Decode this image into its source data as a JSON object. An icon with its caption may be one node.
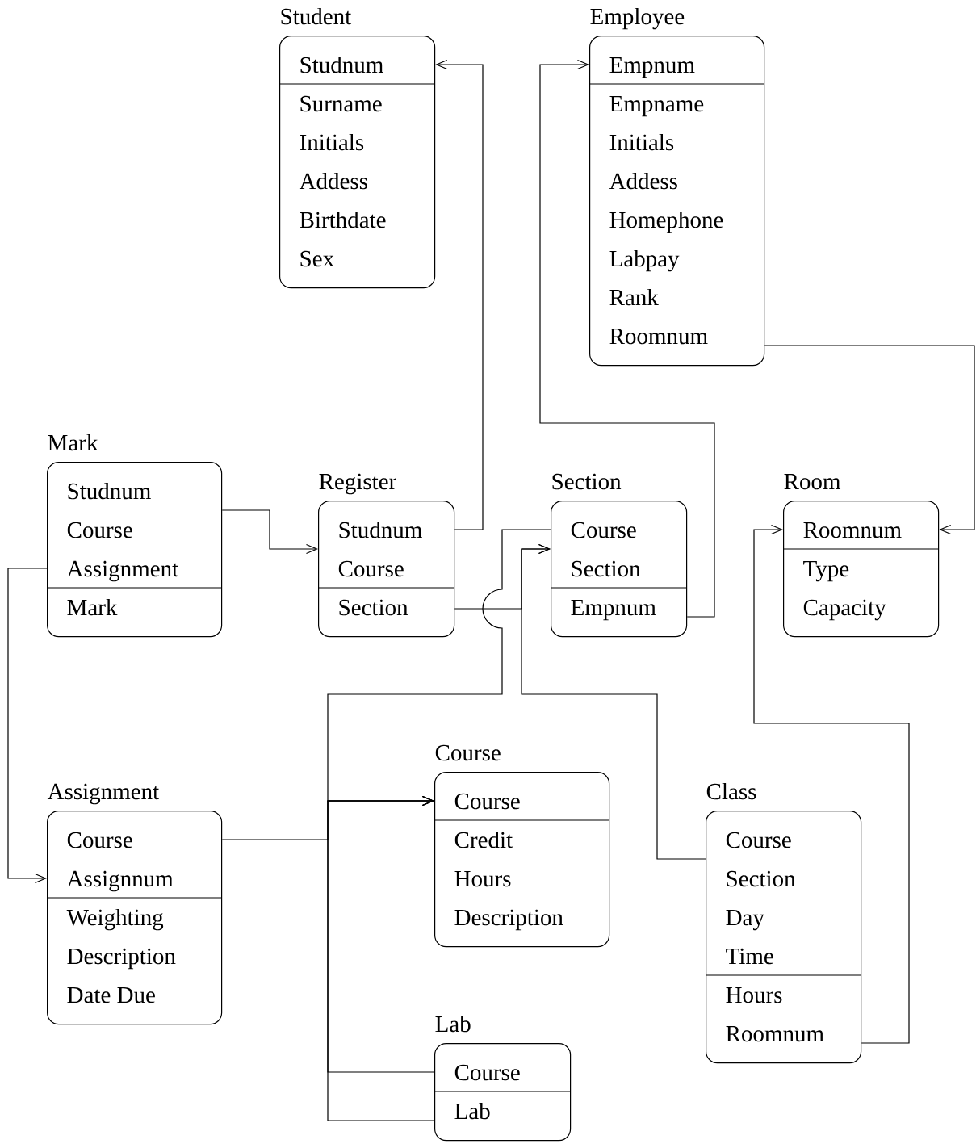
{
  "diagram": {
    "nodes": [
      {
        "text": [
          "Student"
        ]
      },
      {
        "text": [
          "Studnum"
        ],
        "in": 0
      },
      {
        "text": [
          "Surname",
          "Initials",
          "Addess",
          "Birthdate",
          "Sex"
        ],
        "in": 0
      },
      {
        "text": [
          "Employee"
        ]
      },
      {
        "text": [
          "Empnum"
        ],
        "in": 3
      },
      {
        "text": [
          "Empname",
          "Initials",
          "Addess",
          "Homephone",
          "Labpay",
          "Rank",
          "Roomnum"
        ],
        "in": 3
      },
      {
        "text": [
          "Mark"
        ]
      },
      {
        "text": [
          "Studnum",
          "Course",
          "Assignment"
        ],
        "in": 6
      },
      {
        "text": [
          "Mark"
        ],
        "in": 6
      },
      {
        "text": [
          "Register"
        ]
      },
      {
        "text": [
          "Studnum",
          "Course"
        ],
        "in": 9
      },
      {
        "text": [
          "Section"
        ],
        "in": 9
      },
      {
        "text": [
          "Section"
        ]
      },
      {
        "text": [
          "Course",
          "Section"
        ],
        "in": 12
      },
      {
        "text": [
          "Empnum"
        ],
        "in": 12
      },
      {
        "text": [
          "Room"
        ]
      },
      {
        "text": [
          "Roomnum"
        ],
        "in": 15
      },
      {
        "text": [
          "Type",
          "Capacity"
        ],
        "in": 15
      },
      {
        "text": [
          "Assignment"
        ]
      },
      {
        "text": [
          "Course",
          "Assignnum"
        ],
        "in": 18
      },
      {
        "text": [
          "Weighting",
          "Description",
          "Date Due"
        ],
        "in": 18
      },
      {
        "text": [
          "Course"
        ]
      },
      {
        "text": [
          "Course"
        ],
        "in": 21
      },
      {
        "text": [
          "Credit",
          "Hours",
          "Description"
        ],
        "in": 21
      },
      {
        "text": [
          "Class"
        ]
      },
      {
        "text": [
          "Course",
          "Section",
          "Day",
          "Time"
        ],
        "in": 24
      },
      {
        "text": [
          "Hours",
          "Roomnum"
        ],
        "in": 24
      },
      {
        "text": [
          "Lab"
        ]
      },
      {
        "text": [
          "Course"
        ],
        "in": 27
      },
      {
        "text": [
          "Lab"
        ],
        "in": 27
      }
    ],
    "edges": [
      {
        "from": 10,
        "to": 1,
        "arrow": "to"
      },
      {
        "from": 14,
        "to": 4,
        "arrow": "to"
      },
      {
        "from": 5,
        "to": 16,
        "arrow": "to"
      },
      {
        "from": 7,
        "to": 10,
        "arrow": "to"
      },
      {
        "from": 7,
        "to": 19,
        "arrow": "to"
      },
      {
        "from": 11,
        "to": 13,
        "arrow": "to"
      },
      {
        "from": 25,
        "to": 13,
        "arrow": "to"
      },
      {
        "from": 13,
        "to": 22,
        "arrow": "to"
      },
      {
        "from": 19,
        "to": 22,
        "arrow": "to"
      },
      {
        "from": 28,
        "to": 22,
        "arrow": "to"
      },
      {
        "from": 29,
        "to": 22,
        "arrow": "to"
      },
      {
        "from": 26,
        "to": 16,
        "arrow": "to"
      }
    ]
  }
}
